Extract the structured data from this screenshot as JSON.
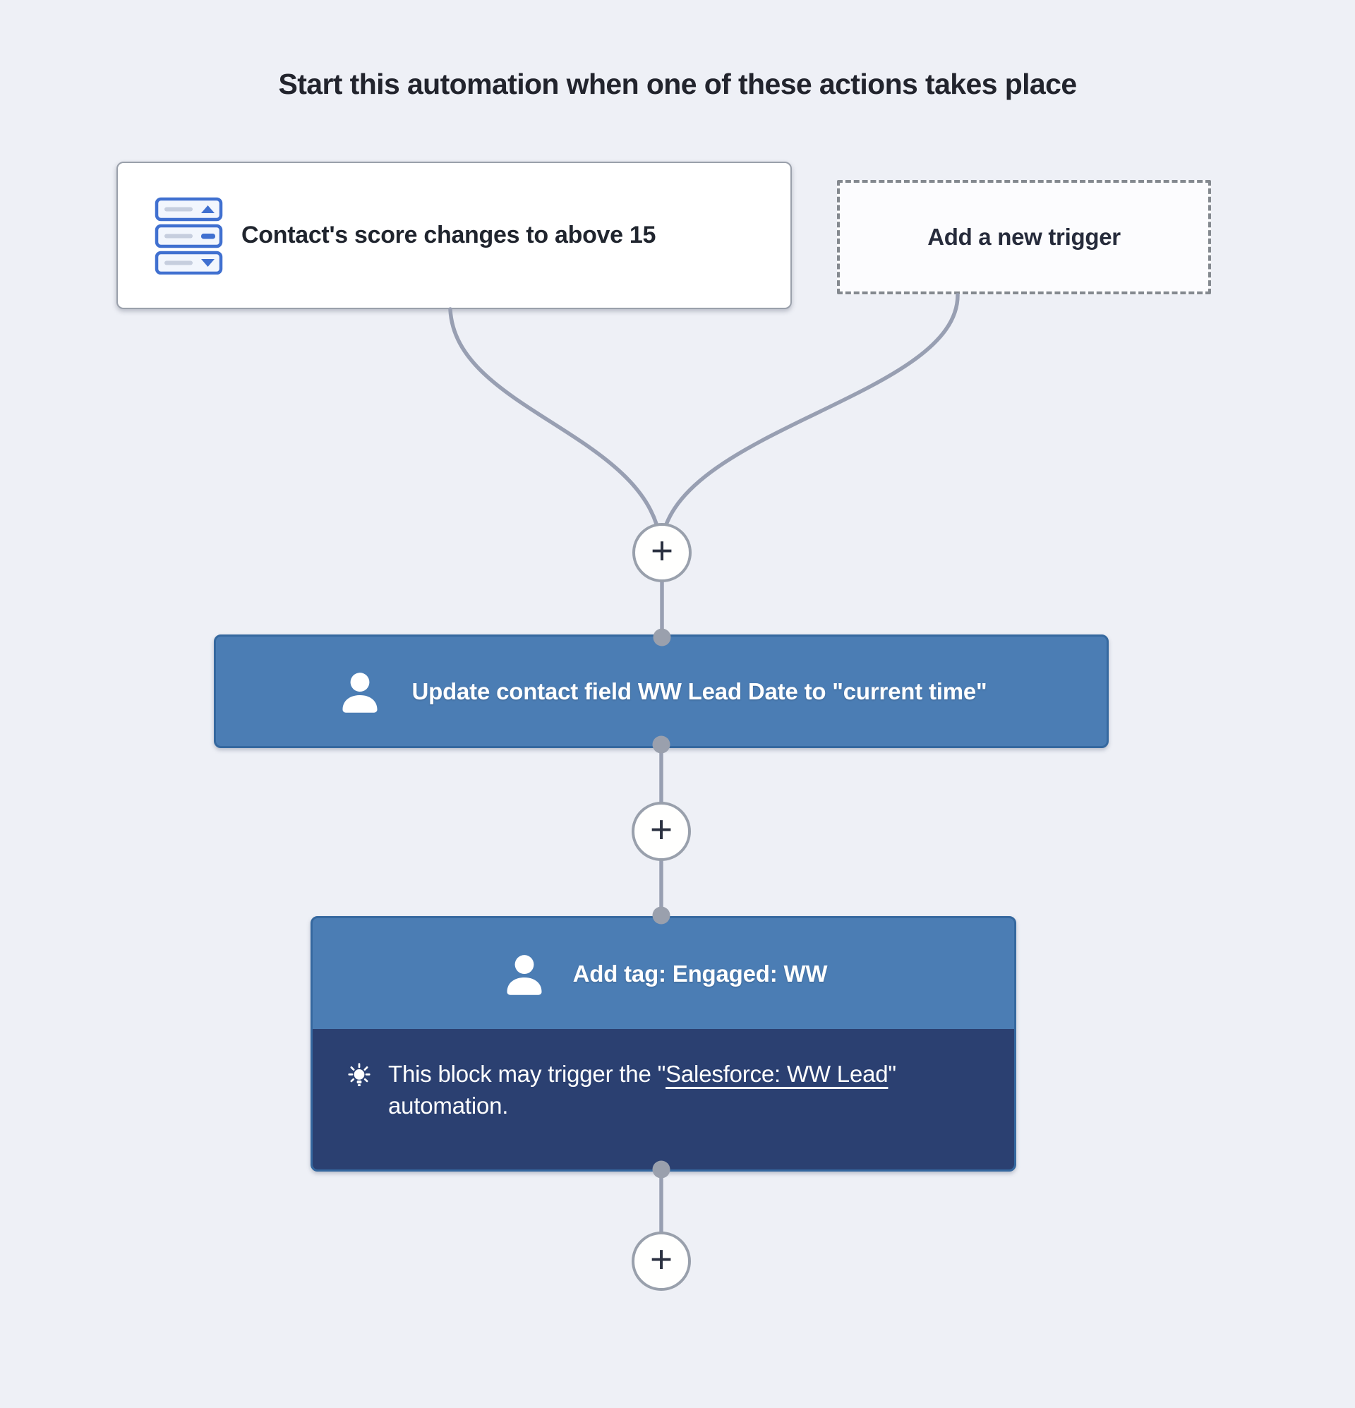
{
  "header": {
    "title": "Start this automation when one of these actions takes place"
  },
  "triggers": {
    "score_trigger": {
      "label": "Contact's score changes to above 15",
      "icon": "score-change-icon"
    },
    "add_trigger": {
      "label": "Add a new trigger"
    }
  },
  "actions": {
    "update_contact": {
      "label": "Update contact field WW Lead Date to \"current time\"",
      "icon": "contact-person-icon"
    },
    "add_tag": {
      "label": "Add tag: Engaged: WW",
      "icon": "contact-person-icon",
      "note_icon": "lightbulb-icon",
      "note_prefix": "This block may trigger the \"",
      "note_link": "Salesforce: WW Lead",
      "note_suffix": "\" automation."
    }
  },
  "connectors": {
    "plus_label": "+"
  },
  "colors": {
    "background": "#eef0f6",
    "action_blue": "#4b7db4",
    "action_border": "#35689f",
    "note_navy": "#2b4071",
    "wire_gray": "#989fb2",
    "icon_blue": "#4070d0"
  }
}
